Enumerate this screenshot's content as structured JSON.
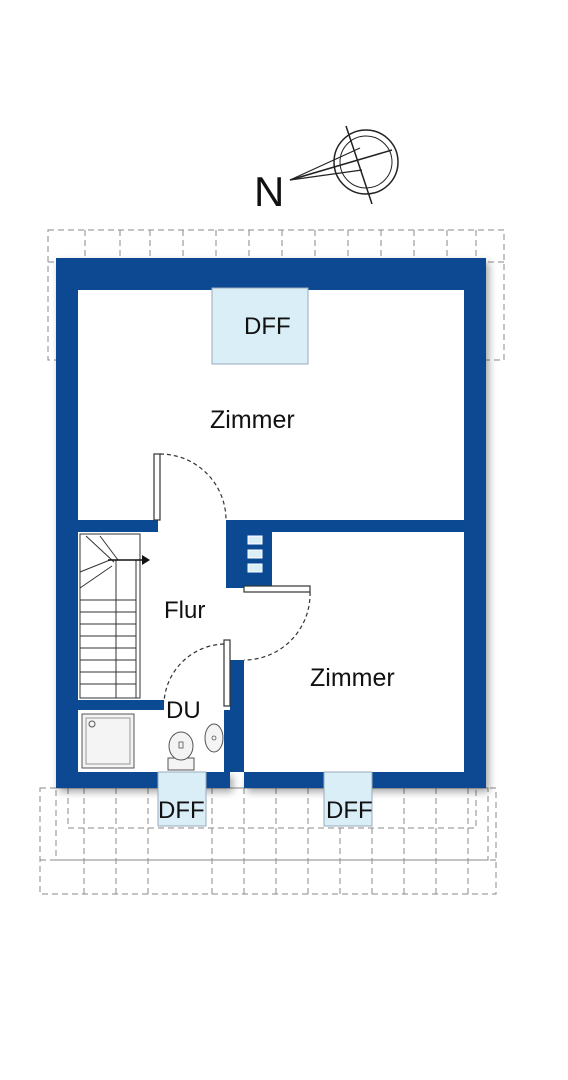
{
  "compass": {
    "label": "N",
    "icon": "north-arrow-compass-icon"
  },
  "rooms": {
    "zimmer_top": "Zimmer",
    "zimmer_bottom": "Zimmer",
    "flur": "Flur",
    "du": "DU"
  },
  "windows": {
    "top": "DFF",
    "bottom_left": "DFF",
    "bottom_right": "DFF"
  },
  "colors": {
    "wall": "#0b4a93",
    "window_glass": "#d9eef7",
    "roof_outline": "#8a8a8a",
    "background": "#ffffff"
  },
  "icons": [
    "stair-direction-arrow-icon",
    "toilet-icon",
    "washbasin-icon",
    "shower-tray-icon",
    "chimney-icon"
  ]
}
